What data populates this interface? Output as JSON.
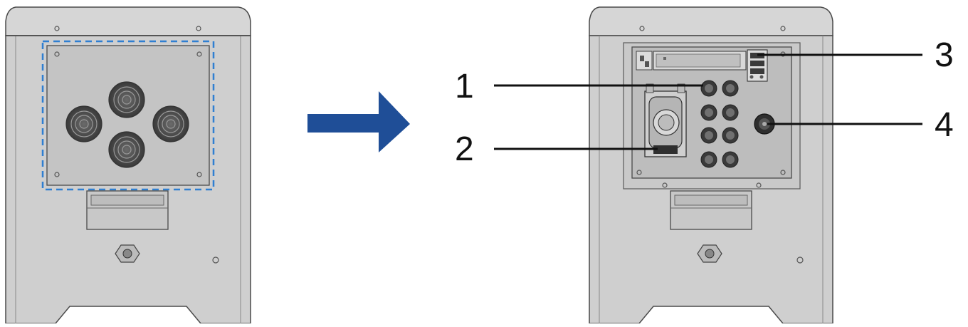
{
  "diagram": {
    "callouts": [
      {
        "id": "1",
        "label": "1"
      },
      {
        "id": "2",
        "label": "2"
      },
      {
        "id": "3",
        "label": "3"
      },
      {
        "id": "4",
        "label": "4"
      }
    ],
    "colors": {
      "cabinet_fill": "#cfcfcf",
      "cabinet_top": "#d6d6d6",
      "panel_fill": "#c4c4c4",
      "outline": "#4a4a4a",
      "highlight_dash": "#2f7fd1",
      "arrow": "#1f4e97",
      "leader": "#111111",
      "label_text": "#111111"
    }
  }
}
